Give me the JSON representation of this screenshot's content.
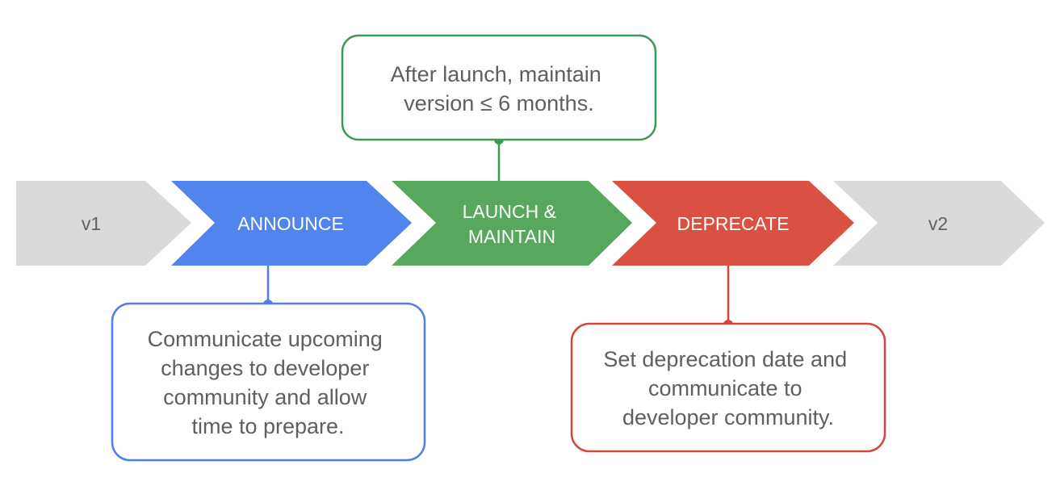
{
  "stages": {
    "v1": {
      "label": "v1",
      "color": "#dadada",
      "text_color": "#5f6368"
    },
    "announce": {
      "label": "ANNOUNCE",
      "color": "#5284ed",
      "text_color": "#ffffff"
    },
    "launch": {
      "line1": "LAUNCH &",
      "line2": "MAINTAIN",
      "color": "#57a75c",
      "text_color": "#ffffff"
    },
    "deprecate": {
      "label": "DEPRECATE",
      "color": "#da5042",
      "text_color": "#ffffff"
    },
    "v2": {
      "label": "v2",
      "color": "#dadada",
      "text_color": "#5f6368"
    }
  },
  "callouts": {
    "launch": {
      "lines": [
        "After launch, maintain",
        "version ≤ 6 months."
      ],
      "color": "#3a9a53"
    },
    "announce": {
      "lines": [
        "Communicate upcoming",
        "changes to developer",
        "community and allow",
        "time to prepare."
      ],
      "color": "#4f7fe8"
    },
    "deprecate": {
      "lines": [
        "Set deprecation date and",
        "communicate to",
        "developer community."
      ],
      "color": "#d4483b"
    }
  }
}
